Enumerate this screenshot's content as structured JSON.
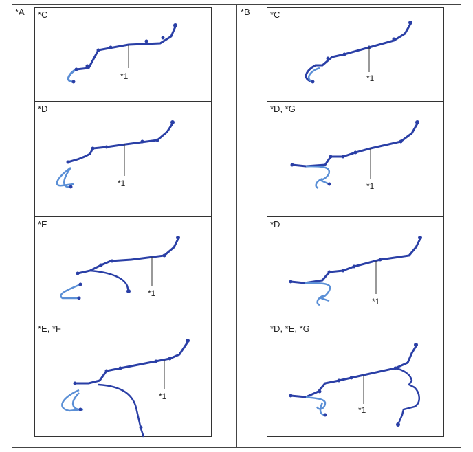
{
  "sections": [
    {
      "label": "*A",
      "panels": [
        {
          "label": "*C",
          "callout": "*1"
        },
        {
          "label": "*D",
          "callout": "*1"
        },
        {
          "label": "*E",
          "callout": "*1"
        },
        {
          "label": "*E, *F",
          "callout": "*1"
        }
      ]
    },
    {
      "label": "*B",
      "panels": [
        {
          "label": "*C",
          "callout": "*1"
        },
        {
          "label": "*D, *G",
          "callout": "*1"
        },
        {
          "label": "*D",
          "callout": "*1"
        },
        {
          "label": "*D, *E, *G",
          "callout": "*1"
        }
      ]
    }
  ],
  "colors": {
    "wire_dark": "#2a3fa6",
    "wire_light": "#5a8fd6",
    "line": "#333333"
  }
}
